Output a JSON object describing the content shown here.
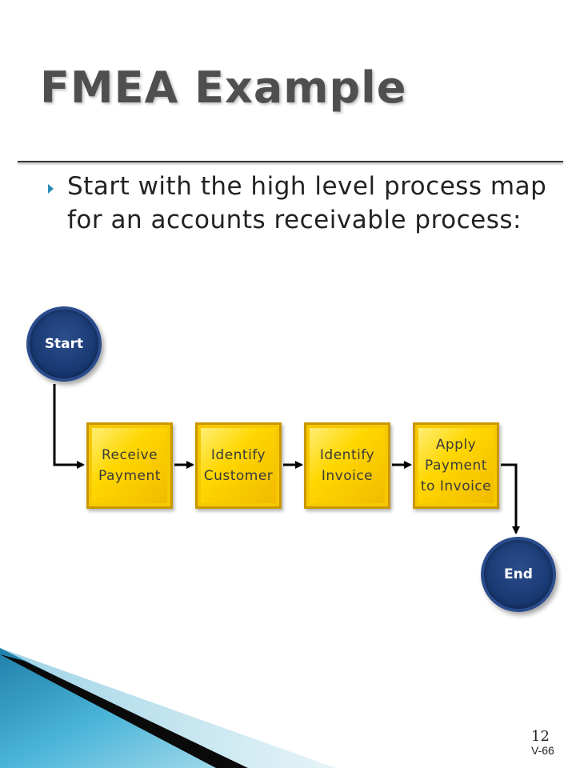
{
  "slide": {
    "title": "FMEA Example",
    "bullet": "Start with the high level process map for an accounts receivable process:",
    "page_number": "12",
    "slide_code": "V-66"
  },
  "diagram": {
    "start_label": "Start",
    "end_label": "End",
    "steps": [
      {
        "label": "Receive\nPayment"
      },
      {
        "label": "Identify\nCustomer"
      },
      {
        "label": "Identify\nInvoice"
      },
      {
        "label": "Apply\nPayment\nto Invoice"
      }
    ]
  },
  "colors": {
    "accent_blue": "#1a3a74",
    "box_yellow": "#ffd700",
    "bullet_teal": "#2a8db5"
  }
}
